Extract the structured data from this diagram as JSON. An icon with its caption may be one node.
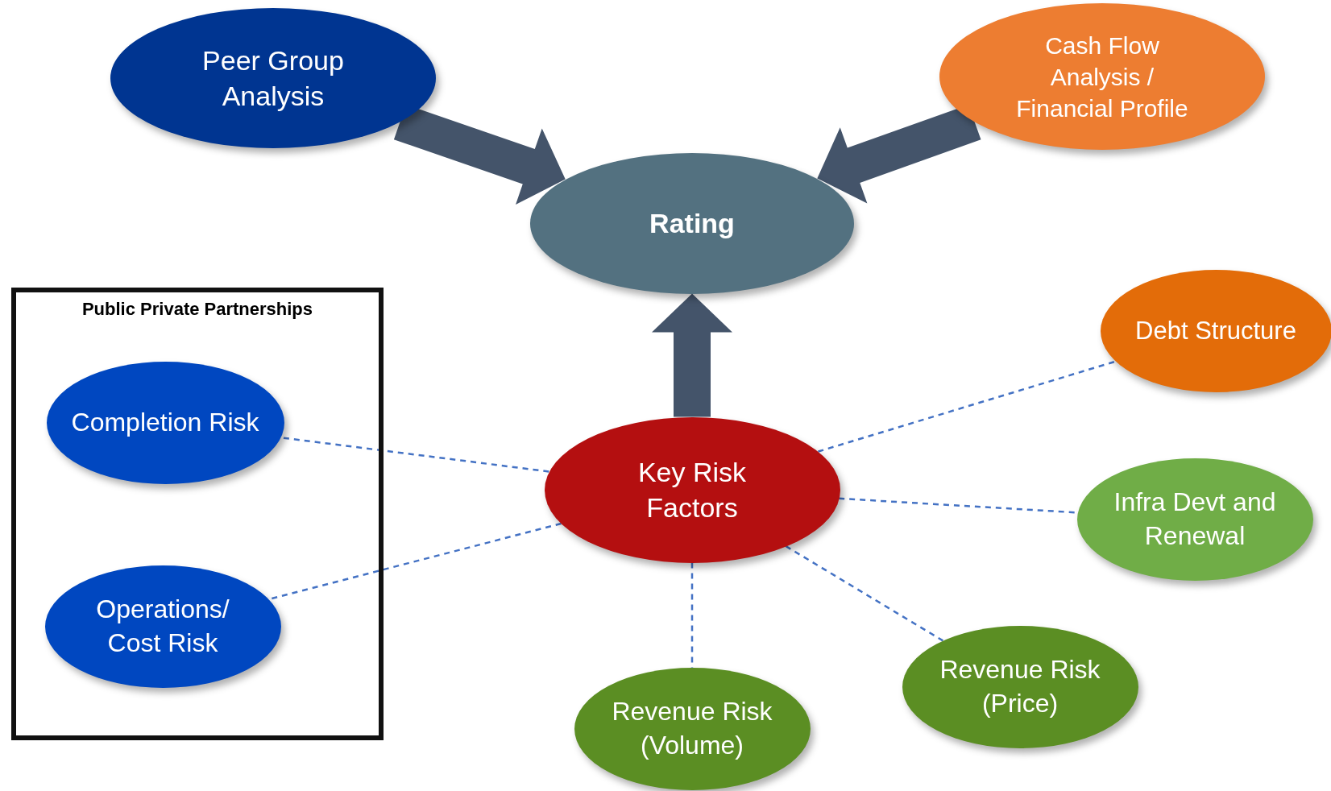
{
  "diagram": {
    "nodes": [
      {
        "text": [
          "Peer Group Analysis"
        ]
      },
      {
        "text": [
          "Cash Flow Analysis / Financial Profile"
        ]
      },
      {
        "text": [
          "Rating"
        ]
      },
      {
        "text": [
          "Public Private Partnerships"
        ]
      },
      {
        "text": [
          "Completion Risk"
        ],
        "in": 3
      },
      {
        "text": [
          "Operations/ Cost Risk"
        ],
        "in": 3
      },
      {
        "text": [
          "Key Risk Factors"
        ]
      },
      {
        "text": [
          "Debt Structure"
        ]
      },
      {
        "text": [
          "Infra Devt and Renewal"
        ]
      },
      {
        "text": [
          "Revenue Risk (Price)"
        ]
      },
      {
        "text": [
          "Revenue Risk (Volume)"
        ]
      }
    ],
    "edges": [
      {
        "from": 0,
        "to": 2,
        "arrow": "to",
        "style": "thick",
        "color": "#44546a"
      },
      {
        "from": 1,
        "to": 2,
        "arrow": "to",
        "style": "thick",
        "color": "#44546a"
      },
      {
        "from": 6,
        "to": 2,
        "arrow": "to",
        "style": "thick",
        "color": "#44546a"
      },
      {
        "from": 6,
        "to": 4,
        "arrow": "none",
        "style": "dashed"
      },
      {
        "from": 6,
        "to": 5,
        "arrow": "none",
        "style": "dashed"
      },
      {
        "from": 6,
        "to": 7,
        "arrow": "none",
        "style": "dashed"
      },
      {
        "from": 6,
        "to": 8,
        "arrow": "none",
        "style": "dashed"
      },
      {
        "from": 6,
        "to": 9,
        "arrow": "none",
        "style": "dashed"
      },
      {
        "from": 6,
        "to": 10,
        "arrow": "none",
        "style": "dashed"
      }
    ]
  }
}
